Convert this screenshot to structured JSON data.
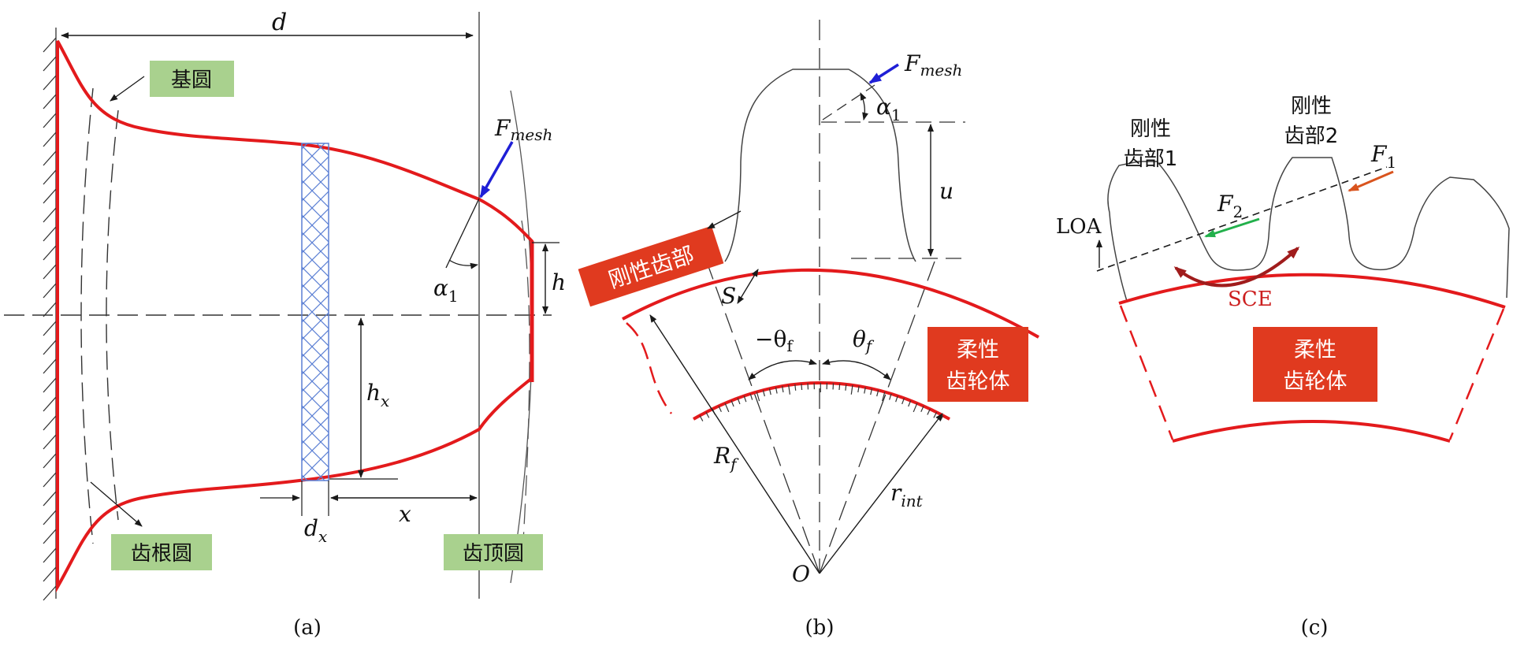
{
  "panel_a": {
    "caption": "(a)",
    "label_base_circle": "基圆",
    "label_root_circle": "齿根圆",
    "label_tip_circle": "齿顶圆",
    "sym_d": "d",
    "sym_fmesh_base": "F",
    "sym_fmesh_sub": "mesh",
    "sym_alpha_base": "α",
    "sym_alpha_sub": "1",
    "sym_h": "h",
    "sym_hx_base": "h",
    "sym_hx_sub": "x",
    "sym_dx_base": "d",
    "sym_dx_sub": "x",
    "sym_x": "x"
  },
  "panel_b": {
    "caption": "(b)",
    "label_rigid_tooth": "刚性齿部",
    "label_flex_body_line1": "柔性",
    "label_flex_body_line2": "齿轮体",
    "sym_fmesh_base": "F",
    "sym_fmesh_sub": "mesh",
    "sym_alpha_base": "α",
    "sym_alpha_sub": "1",
    "sym_u": "u",
    "sym_s": "S",
    "sym_neg_theta_base": "−θ",
    "sym_neg_theta_sub": "f",
    "sym_theta_base": "θ",
    "sym_theta_sub": "f",
    "sym_rf_base": "R",
    "sym_rf_sub": "f",
    "sym_rint_base": "r",
    "sym_rint_sub": "int",
    "sym_o": "O"
  },
  "panel_c": {
    "caption": "(c)",
    "label_tooth1_line1": "刚性",
    "label_tooth1_line2": "齿部1",
    "label_tooth2_line1": "刚性",
    "label_tooth2_line2": "齿部2",
    "label_flex_body_line1": "柔性",
    "label_flex_body_line2": "齿轮体",
    "sym_f1_base": "F",
    "sym_f1_sub": "1",
    "sym_f2_base": "F",
    "sym_f2_sub": "2",
    "label_loa": "LOA",
    "label_sce": "SCE"
  },
  "colors": {
    "red_curve": "#e31a1c",
    "red_box": "#e03a1f",
    "green_box": "#a9d18e",
    "blue_arrow": "#1f1fd6",
    "hatch_blue": "#5b7fd4",
    "green_arrow": "#22b04b",
    "orange_arrow": "#d9541e",
    "dark_red_arrow": "#a01c1c",
    "line_black": "#1a1a1a",
    "gray_line": "#555555"
  }
}
